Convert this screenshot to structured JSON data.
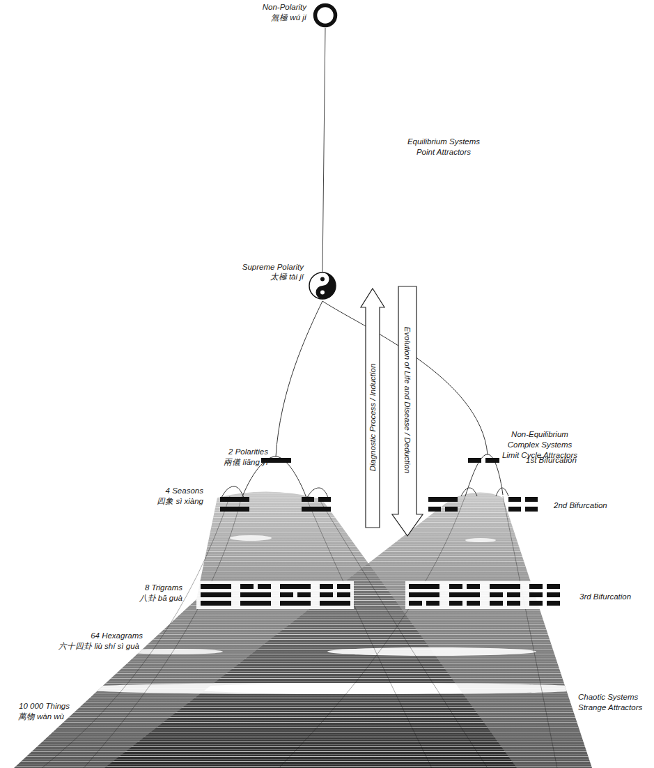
{
  "diagram": {
    "nodes": [
      {
        "text": [
          "Non-Polarity",
          "無極 wú jí"
        ]
      },
      {
        "text": [
          "Supreme Polarity",
          "太極 tài jí"
        ]
      },
      {
        "text": [
          "Diagnostic Process / Induction"
        ]
      },
      {
        "text": [
          "Evolution of Life and Disease / Deduction"
        ]
      }
    ],
    "edges": [
      {
        "from": 0,
        "to": 1,
        "arrow": "none"
      }
    ],
    "labels": [
      "Equilibrium Systems",
      "Point Attractors",
      "Non-Equilibrium",
      "Complex Systems",
      "Limit Cycle Attractors",
      "2 Polarities",
      "兩儀 liǎng yí",
      "4 Seasons",
      "四象 sì xiàng",
      "8 Trigrams",
      "八卦 bā guà",
      "64 Hexagrams",
      "六十四卦 liù shí sì guà",
      "10 000 Things",
      "萬物 wàn wù",
      "1st Bifurcation",
      "2nd Bifurcation",
      "3rd Bifurcation",
      "Chaotic Systems",
      "Strange Attractors"
    ]
  }
}
